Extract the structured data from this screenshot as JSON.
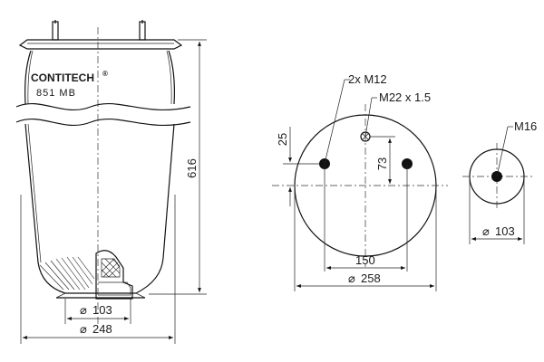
{
  "brand": {
    "name": "CONTITECH",
    "mark": "®",
    "model": "851 MB"
  },
  "dimensions": {
    "height": "616",
    "bottom_bore": "103",
    "body_diameter": "248",
    "plate_diameter": "258",
    "stud_spacing": "150",
    "center_offset_vertical": "73",
    "center_offset_small": "25",
    "bottom_plate_diameter": "103"
  },
  "callouts": {
    "studs": "2x M12",
    "air_inlet": "M22 x 1.5",
    "bottom_thread": "M16"
  },
  "symbols": {
    "diameter": "⌀"
  }
}
